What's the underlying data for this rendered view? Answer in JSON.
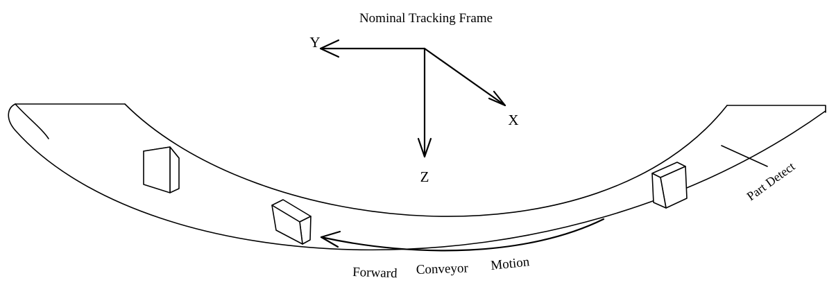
{
  "diagram": {
    "frame_title": "Nominal Tracking Frame",
    "axes": {
      "x": "X",
      "y": "Y",
      "z": "Z"
    },
    "motion_label": [
      "Forward",
      "Conveyor",
      "Motion"
    ],
    "sensor_label": "Part Detect"
  }
}
